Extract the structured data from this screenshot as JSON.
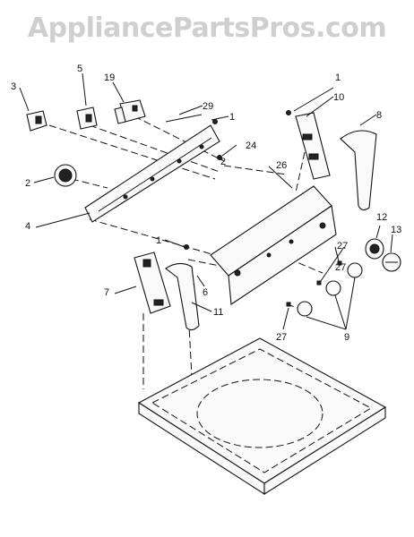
{
  "watermark": "AppliancePartsPros.com",
  "corner_mark": "‘",
  "callouts": [
    "3",
    "5",
    "19",
    "29",
    "1",
    "10",
    "8",
    "24",
    "2",
    "2",
    "26",
    "1",
    "12",
    "13",
    "4",
    "27",
    "1",
    "7",
    "6",
    "11",
    "27",
    "9",
    "27"
  ]
}
